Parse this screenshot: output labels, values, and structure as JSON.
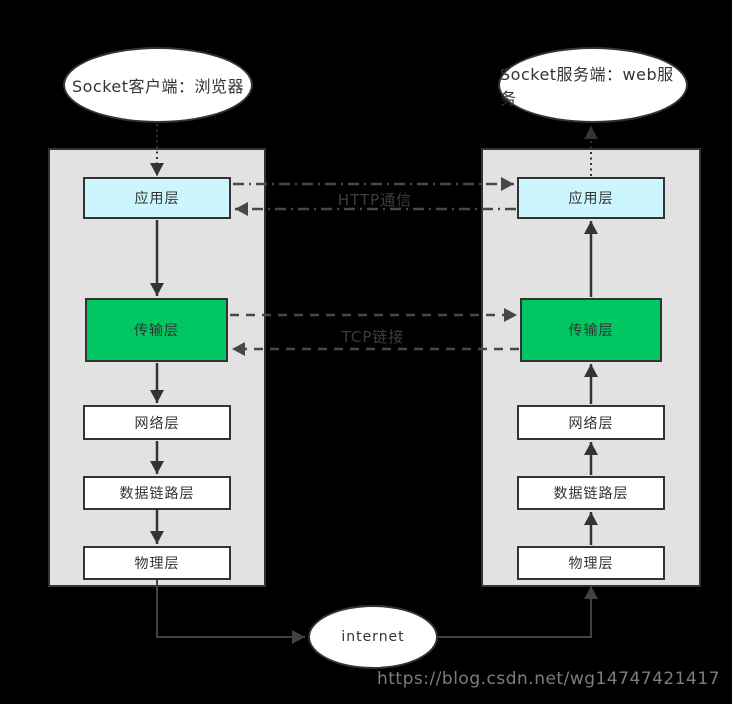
{
  "nodes": {
    "client_label": "Socket客户端：浏览器",
    "server_label": "Socket服务端：web服务",
    "internet_label": "internet"
  },
  "stacks": {
    "left": [
      "应用层",
      "传输层",
      "网络层",
      "数据链路层",
      "物理层"
    ],
    "right": [
      "应用层",
      "传输层",
      "网络层",
      "数据链路层",
      "物理层"
    ]
  },
  "links": {
    "http_label": "HTTP通信",
    "tcp_label": "TCP链接"
  },
  "watermark": "https://blog.csdn.net/wg14747421417",
  "colors": {
    "background": "#000000",
    "panel_fill": "#e2e2e2",
    "panel_border": "#333333",
    "box_fill": "#ffffff",
    "box_border": "#333333",
    "box_text": "#333333",
    "application_fill": "#ccf6fd",
    "transport_fill": "#00c761",
    "node_fill": "#ffffff",
    "node_border": "#333333",
    "inner_arrow": "#333333",
    "link_arrow": "#474747",
    "bridge_arrow": "#424242",
    "link_text": "#3e3e3e",
    "watermark_text": "#7d7d7d"
  }
}
